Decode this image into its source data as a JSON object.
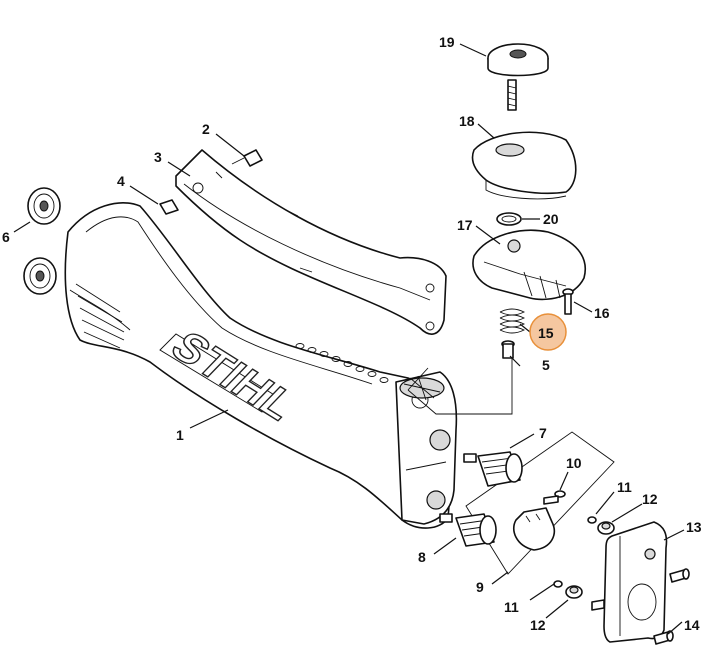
{
  "diagram": {
    "brand_logo": "STIHL",
    "highlight_color": "#f5c7a0",
    "highlight_stroke": "#e8903a",
    "labels": {
      "p1": "1",
      "p2": "2",
      "p3": "3",
      "p4": "4",
      "p5": "5",
      "p6": "6",
      "p7": "7",
      "p8": "8",
      "p9": "9",
      "p10": "10",
      "p11a": "11",
      "p11b": "11",
      "p12a": "12",
      "p12b": "12",
      "p13": "13",
      "p14": "14",
      "p15": "15",
      "p16": "16",
      "p17": "17",
      "p18": "18",
      "p19": "19",
      "p20": "20"
    }
  }
}
